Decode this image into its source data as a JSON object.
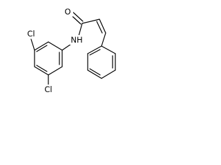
{
  "structure": {
    "atoms": {
      "oxygen": "O",
      "nitrogen_hydrogen": "NH",
      "chlorine_top": "Cl",
      "chlorine_bottom": "Cl"
    }
  }
}
